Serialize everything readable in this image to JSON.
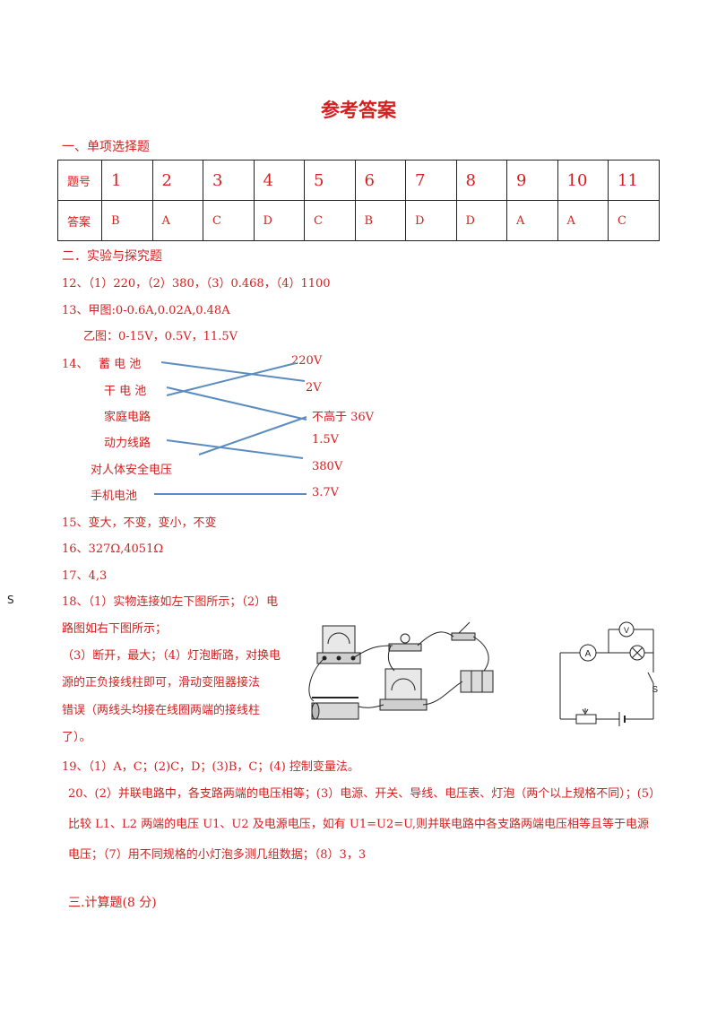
{
  "title": "参考答案",
  "section1": "一、单项选择题",
  "table": {
    "row_labels": [
      "题号",
      "答案"
    ],
    "numbers": [
      "1",
      "2",
      "3",
      "4",
      "5",
      "6",
      "7",
      "8",
      "9",
      "10",
      "11"
    ],
    "answers": [
      "B",
      "A",
      "C",
      "D",
      "C",
      "B",
      "D",
      "D",
      "A",
      "A",
      "C"
    ]
  },
  "section2": "二．实验与探究题",
  "q12": "12、（1）220，（2）380，（3）0.468，（4）1100",
  "q13a": "13、甲图:0-0.6A,0.02A,0.48A",
  "q13b": "乙图：0-15V，0.5V，11.5V",
  "q14": {
    "label": "14、",
    "left": [
      "蓄 电 池",
      "干 电 池",
      "家庭电路",
      "动力线路",
      "对人体安全电压",
      "手机电池"
    ],
    "right": [
      "220V",
      "2V",
      "不高于 36V",
      "1.5V",
      "380V",
      "3.7V"
    ]
  },
  "q15": "15、变大，不变，变小，不变",
  "q16": "16、327Ω,4051Ω",
  "q17": "17、4,3",
  "margin_s": "S",
  "q18": [
    "18、（1）实物连接如左下图所示；（2）电",
    "路图如右下图所示；",
    "（3）断开，最大；（4）灯泡断路，对换电",
    "源的正负接线柱即可，滑动变阻器接法",
    "错误（两线头均接在线圈两端的接线柱",
    "了）。"
  ],
  "circuit_labels": {
    "ammeter": "A",
    "voltmeter": "V",
    "switch": "S"
  },
  "q19": "19、（1）A，C；(2)C，D；(3)B，C；(4) 控制变量法。",
  "q20": [
    "20、(2）并联电路中，各支路两端的电压相等；(3）电源、开关、导线、电压表、灯泡（两个以上规格不同）；(5）",
    "比较 L1、L2 两端的电压 U1、U2 及电源电压，如有 U1=U2=U,则并联电路中各支路两端电压相等且等于电源",
    "电压；（7）用不同规格的小灯泡多测几组数据；（8）3，3"
  ],
  "section3": "三.计算题(8 分)"
}
